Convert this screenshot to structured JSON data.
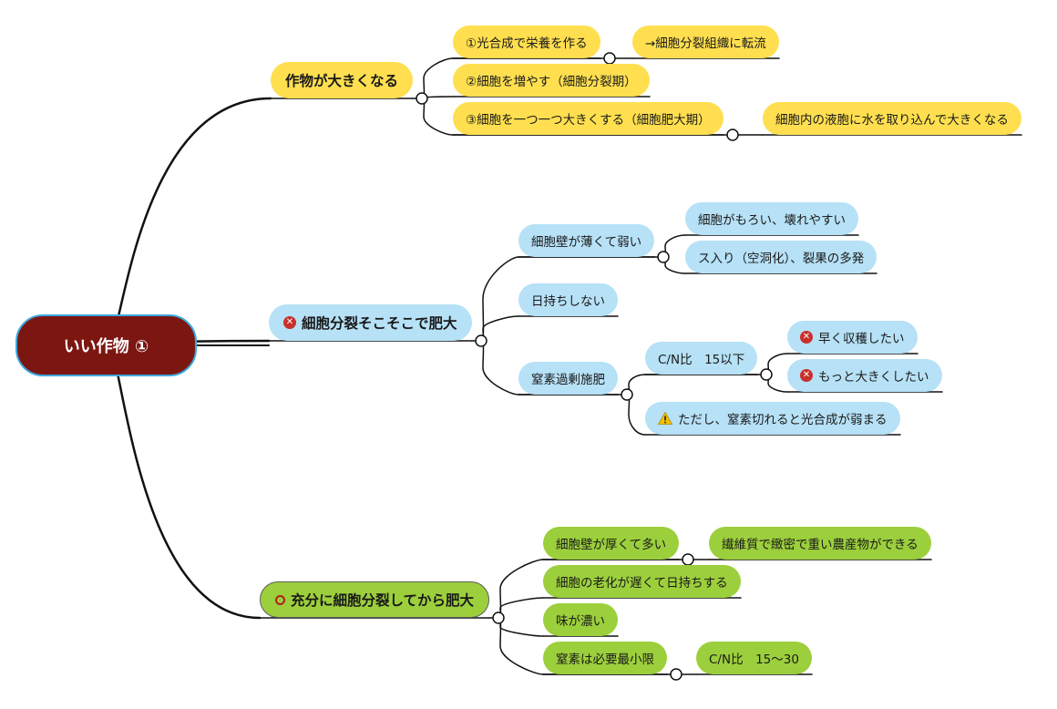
{
  "root": {
    "label": "いい作物 ①"
  },
  "branch_large": {
    "label": "作物が大きくなる",
    "item1": "①光合成で栄養を作る",
    "item1_note": "→細胞分裂組織に転流",
    "item2": "②細胞を増やす（細胞分裂期）",
    "item3": "③細胞を一つ一つ大きくする（細胞肥大期）",
    "item3_note": "細胞内の液胞に水を取り込んで大きくなる"
  },
  "branch_moderate": {
    "label": "細胞分裂そこそこで肥大",
    "icon": "cross-circle-icon",
    "wall": "細胞壁が薄くて弱い",
    "wall_note1": "細胞がもろい、壊れやすい",
    "wall_note2": "ス入り（空洞化）、裂果の多発",
    "shelf": "日持ちしない",
    "nitrogen": "窒素過剰施肥",
    "cn_ratio": "C/N比　15以下",
    "cn_note1": "早く収穫したい",
    "cn_note2": "もっと大きくしたい",
    "warning": "ただし、窒素切れると光合成が弱まる",
    "warning_icon": "warning-icon"
  },
  "branch_full": {
    "label": "充分に細胞分裂してから肥大",
    "icon": "circle-icon",
    "wall": "細胞壁が厚くて多い",
    "wall_note": "繊維質で緻密で重い農産物ができる",
    "aging": "細胞の老化が遅くて日持ちする",
    "taste": "味が濃い",
    "nitrogen": "窒素は必要最小限",
    "cn_ratio": "C/N比　15〜30"
  },
  "colors": {
    "root_fill": "#7c1611",
    "root_border": "#3ea8dc",
    "yellow": "#ffdf4f",
    "blue": "#b6e1f6",
    "green": "#9ccf3c",
    "icon_red": "#c9302c"
  }
}
